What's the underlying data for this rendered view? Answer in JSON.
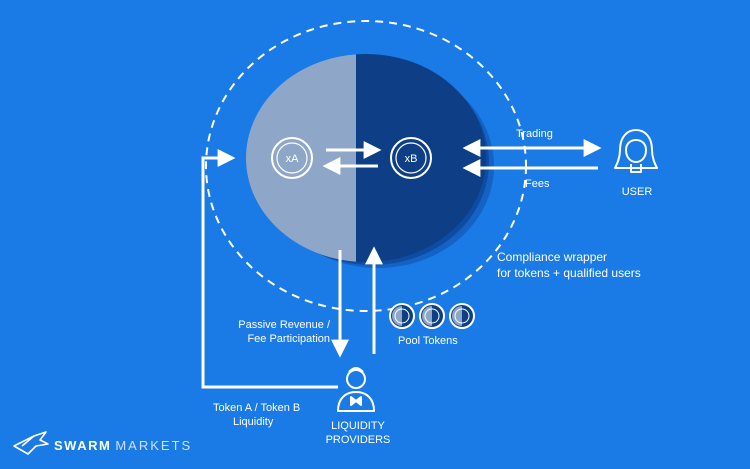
{
  "diagram": {
    "tokens": {
      "a": "xA",
      "b": "xB"
    },
    "labels": {
      "trading": "Trading",
      "fees": "Fees",
      "user": "USER",
      "compliance_line1": "Compliance wrapper",
      "compliance_line2": "for tokens + qualified users",
      "passive_line1": "Passive Revenue /",
      "passive_line2": "Fee Participation",
      "pool_tokens": "Pool Tokens",
      "token_liquidity_line1": "Token A / Token B",
      "token_liquidity_line2": "Liquidity",
      "lp_line1": "LIQUIDITY",
      "lp_line2": "PROVIDERS"
    }
  },
  "logo": {
    "part1": "SWARM",
    "part2": "MARKETS"
  },
  "colors": {
    "background": "#1a7ae6",
    "pool_dark": "#0d3e86",
    "pool_light": "#8ea7c9",
    "stroke": "#ffffff"
  },
  "icons": {
    "user": "user-female-icon",
    "liquidity_providers": "user-bowtie-icon",
    "pool_token": "half-circle-token-icon",
    "logo": "swarm-bird-logo-icon"
  }
}
